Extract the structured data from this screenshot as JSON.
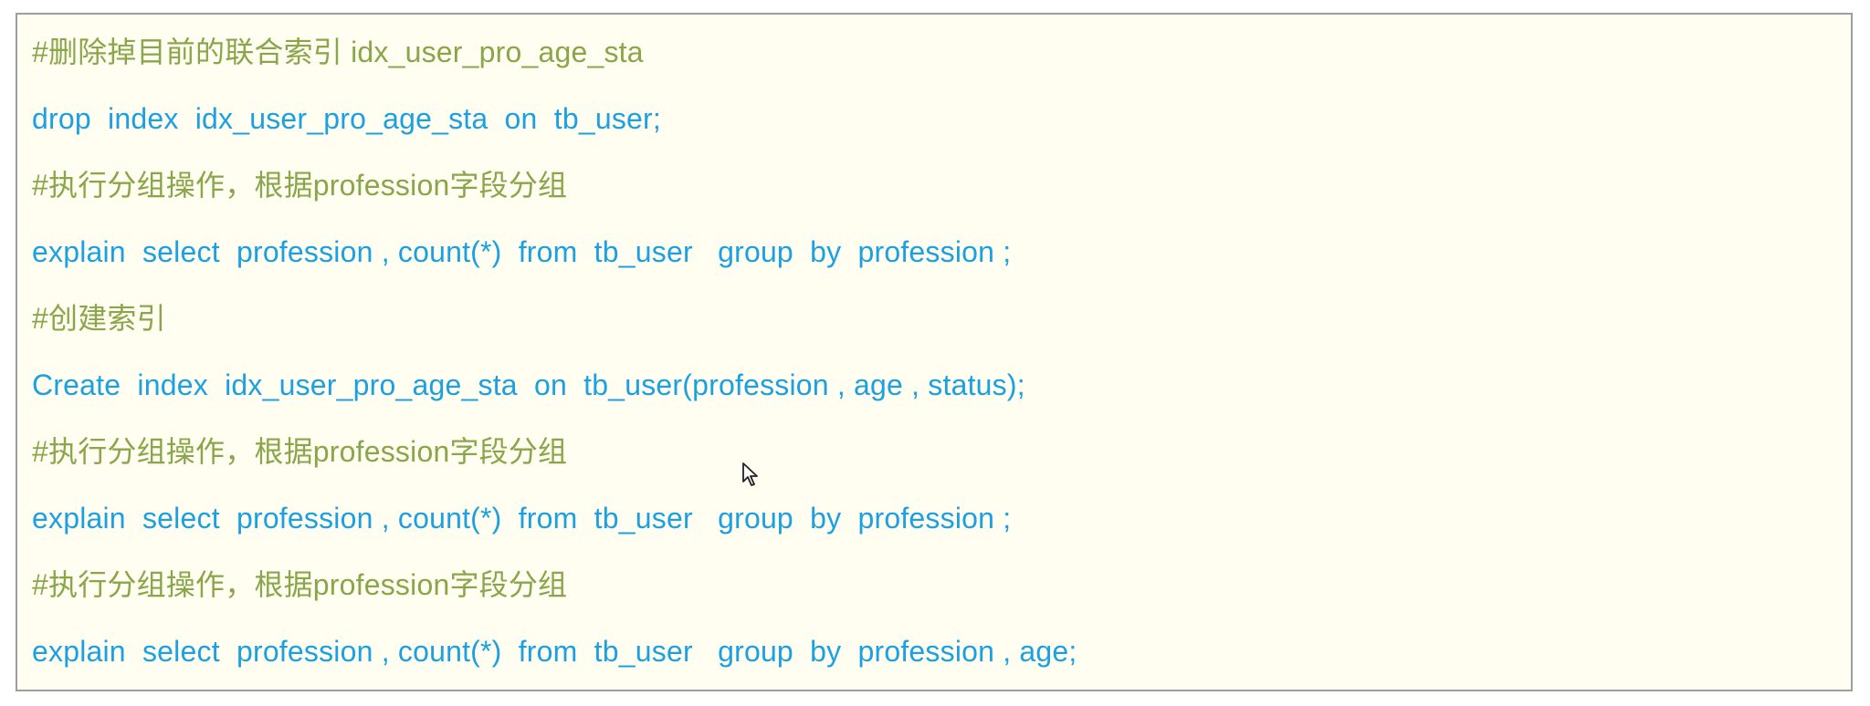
{
  "code_block": {
    "lines": [
      {
        "kind": "comment",
        "text": "#删除掉目前的联合索引 idx_user_pro_age_sta"
      },
      {
        "kind": "sql",
        "text": "drop  index  idx_user_pro_age_sta  on  tb_user;"
      },
      {
        "kind": "comment",
        "text": "#执行分组操作，根据profession字段分组"
      },
      {
        "kind": "sql",
        "text": "explain  select  profession , count(*)  from  tb_user   group  by  profession ;"
      },
      {
        "kind": "comment",
        "text": "#创建索引"
      },
      {
        "kind": "sql",
        "text": "Create  index  idx_user_pro_age_sta  on  tb_user(profession , age , status);"
      },
      {
        "kind": "comment",
        "text": "#执行分组操作，根据profession字段分组"
      },
      {
        "kind": "sql",
        "text": "explain  select  profession , count(*)  from  tb_user   group  by  profession ;"
      },
      {
        "kind": "comment",
        "text": "#执行分组操作，根据profession字段分组"
      },
      {
        "kind": "sql",
        "text": "explain  select  profession , count(*)  from  tb_user   group  by  profession , age;"
      }
    ]
  },
  "colors": {
    "comment": "#8aa64a",
    "sql": "#1ba1e2",
    "panel_background": "#fffef0",
    "panel_border": "#9e9e9e"
  },
  "icons": {
    "cursor": "mouse-pointer-icon"
  }
}
